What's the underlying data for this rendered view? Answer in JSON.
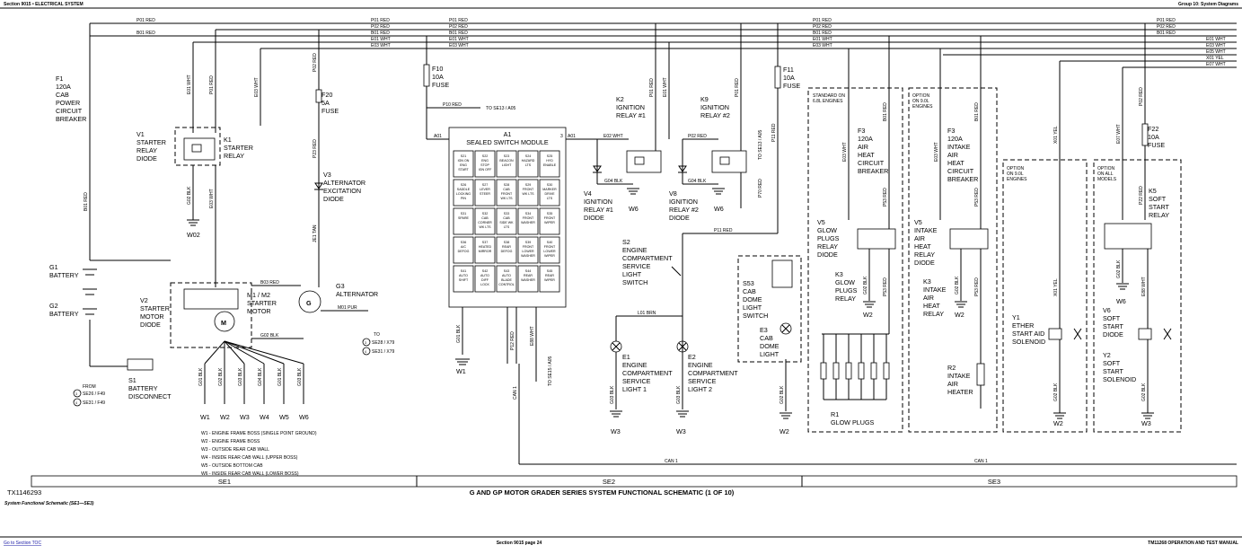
{
  "header": {
    "left": "Section 9015 • ELECTRICAL SYSTEM",
    "right": "Group 10: System Diagrams"
  },
  "footer": {
    "left": "Go to Section TOC",
    "center": "Section 9015 page 24",
    "right": "TM11268 OPERATION AND TEST MANUAL"
  },
  "drawing": {
    "id": "TX1146293",
    "title": "G AND GP MOTOR GRADER SERIES SYSTEM FUNCTIONAL SCHEMATIC (1 OF 10)",
    "caption": "System Functional Schematic (SE1—SE3)",
    "sections": [
      "SE1",
      "SE2",
      "SE3"
    ]
  },
  "wires": {
    "p01": "P01 RED",
    "p02": "P02 RED",
    "b01": "B01 RED",
    "e01": "E01 WHT",
    "e03": "E03 WHT",
    "e05": "E05 WHT",
    "e07": "E07 WHT",
    "x01": "X01 YEL",
    "p10": "P10 RED",
    "p11": "P11 RED",
    "b03": "B03 RED",
    "m01": "M01 PUR",
    "g02": "G02 BLK",
    "g04": "G04 BLK",
    "e02": "E02 WHT",
    "l01": "L01 BRN",
    "can1": "CAN 1",
    "e88": "E88 WHT",
    "p70": "P70 RED",
    "p22": "P22 RED",
    "p53": "P53 RED",
    "g01": "G01 BLK",
    "g03": "G03 BLK",
    "jet": "JE1 TAN",
    "p23": "P23 RED",
    "p12": "P12 RED",
    "p15": "P15 RED",
    "x02": "X01 YEL"
  },
  "refs": {
    "to_se13": "TO SE13 / A05",
    "to_se13b": "TO SE13 / A05",
    "to_se15": "TO SE15 / A05",
    "to_alt": "TO",
    "se28": "SE28 / X79",
    "se31": "SE31 / X79",
    "from": "FROM",
    "se26": "SE26 / F49",
    "se31b": "SE31 / F49",
    "n3": "3",
    "n4": "4"
  },
  "components": {
    "f1": [
      "F1",
      "120A",
      "CAB",
      "POWER",
      "CIRCUIT",
      "BREAKER"
    ],
    "v1": [
      "V1",
      "STARTER",
      "RELAY",
      "DIODE"
    ],
    "k1": [
      "K1",
      "STARTER",
      "RELAY"
    ],
    "f20": [
      "F20",
      "5A",
      "FUSE"
    ],
    "v3": [
      "V3",
      "ALTERNATOR",
      "EXCITATION",
      "DIODE"
    ],
    "g1": [
      "G1",
      "BATTERY"
    ],
    "g2": [
      "G2",
      "BATTERY"
    ],
    "v2": [
      "V2",
      "STARTER",
      "MOTOR",
      "DIODE"
    ],
    "m1": [
      "M1 / M2",
      "STARTER",
      "MOTOR"
    ],
    "g3": [
      "G3",
      "ALTERNATOR"
    ],
    "s1": [
      "S1",
      "BATTERY",
      "DISCONNECT"
    ],
    "f10": [
      "F10",
      "10A",
      "FUSE"
    ],
    "a1": [
      "A1",
      "SEALED SWITCH MODULE"
    ],
    "k2": [
      "K2",
      "IGNITION",
      "RELAY #1"
    ],
    "k9": [
      "K9",
      "IGNITION",
      "RELAY #2"
    ],
    "v4": [
      "V4",
      "IGNITION",
      "RELAY #1",
      "DIODE"
    ],
    "v8": [
      "V8",
      "IGNITION",
      "RELAY #2",
      "DIODE"
    ],
    "f11": [
      "F11",
      "10A",
      "FUSE"
    ],
    "s2": [
      "S2",
      "ENGINE",
      "COMPARTMENT",
      "SERVICE",
      "LIGHT",
      "SWITCH"
    ],
    "s53": [
      "S53",
      "CAB",
      "DOME",
      "LIGHT",
      "SWITCH"
    ],
    "e3": [
      "E3",
      "CAB",
      "DOME",
      "LIGHT"
    ],
    "e1": [
      "E1",
      "ENGINE",
      "COMPARTMENT",
      "SERVICE",
      "LIGHT 1"
    ],
    "e2": [
      "E2",
      "ENGINE",
      "COMPARTMENT",
      "SERVICE",
      "LIGHT 2"
    ],
    "f3a": [
      "F3",
      "120A",
      "AIR",
      "HEAT",
      "CIRCUIT",
      "BREAKER"
    ],
    "f3b": [
      "F3",
      "120A",
      "INTAKE",
      "AIR",
      "HEAT",
      "CIRCUIT",
      "BREAKER"
    ],
    "v5a": [
      "V5",
      "GLOW",
      "PLUGS",
      "RELAY",
      "DIODE"
    ],
    "k3a": [
      "K3",
      "GLOW",
      "PLUGS",
      "RELAY"
    ],
    "v5b": [
      "V5",
      "INTAKE",
      "AIR",
      "HEAT",
      "RELAY",
      "DIODE"
    ],
    "k3b": [
      "K3",
      "INTAKE",
      "AIR",
      "HEAT",
      "RELAY"
    ],
    "r1": [
      "R1",
      "GLOW PLUGS"
    ],
    "r2": [
      "R2",
      "INTAKE",
      "AIR",
      "HEATER"
    ],
    "f22": [
      "F22",
      "10A",
      "FUSE"
    ],
    "k5": [
      "K5",
      "SOFT",
      "START",
      "RELAY"
    ],
    "y1": [
      "Y1",
      "ETHER",
      "START AID",
      "SOLENOID"
    ],
    "v6": [
      "V6",
      "SOFT",
      "START",
      "DIODE"
    ],
    "y2": [
      "Y2",
      "SOFT",
      "START",
      "SOLENOID"
    ]
  },
  "options": {
    "std68": [
      "STANDARD ON",
      "6.8L ENGINES"
    ],
    "opt90": [
      "OPTION",
      "ON 9.0L",
      "ENGINES"
    ],
    "opt90b": [
      "OPTION",
      "ON 9.0L",
      "ENGINES"
    ],
    "optall": [
      "OPTION",
      "ON ALL",
      "MODELS"
    ]
  },
  "grounds": {
    "w1": "W1",
    "w2": "W2",
    "w3": "W3",
    "w4": "W4",
    "w5": "W5",
    "w6": "W6",
    "w02": "W02"
  },
  "legend": [
    "W1 - ENGINE FRAME BOSS (SINGLE POINT GROUND)",
    "W2 - ENGINE FRAME BOSS",
    "W3 - OUTSIDE REAR CAB WALL",
    "W4 - INSIDE REAR CAB WALL (UPPER BOSS)",
    "W5 - OUTSIDE BOTTOM CAB",
    "W6 - INSIDE REAR CAB WALL (LOWER BOSS)"
  ],
  "switch_module": [
    [
      "S21 IGN ON ENG START",
      "S22 ENG STOP IGN OFF",
      "S23 BEACON LIGHT",
      "S24 HAZARD LTS",
      "S25 HYD ENABLE"
    ],
    [
      "S26 SADDLE LOCKING PIN",
      "S27 LEVER STEER",
      "S28 CAB FRONT WK LTS",
      "S29 FRONT WK LTS",
      "S30 MARKER DRIVE LTS"
    ],
    [
      "S31 SPARE",
      "S32 CAB CORNER WK LTS",
      "S33 CAB SIDE WK LTS",
      "S34 FRONT WASHER",
      "S35 FRONT WIPER"
    ],
    [
      "S36 A/C DEFOG",
      "S37 HEATED MIRROR",
      "S38 REAR DEFOG",
      "S39 FRONT LOWER WASHER",
      "S40 FRONT LOWER WIPER"
    ],
    [
      "S41 AUTO SHIFT",
      "S42 AUTO DIFF LOCK",
      "S43 AUTO BLADE CONTROL",
      "S44 REAR WASHER",
      "S45 REAR WIPER"
    ]
  ],
  "pins": {
    "a01": "A01",
    "a01b": "A01",
    "n1": "1",
    "n3": "3",
    "n2": "2"
  }
}
